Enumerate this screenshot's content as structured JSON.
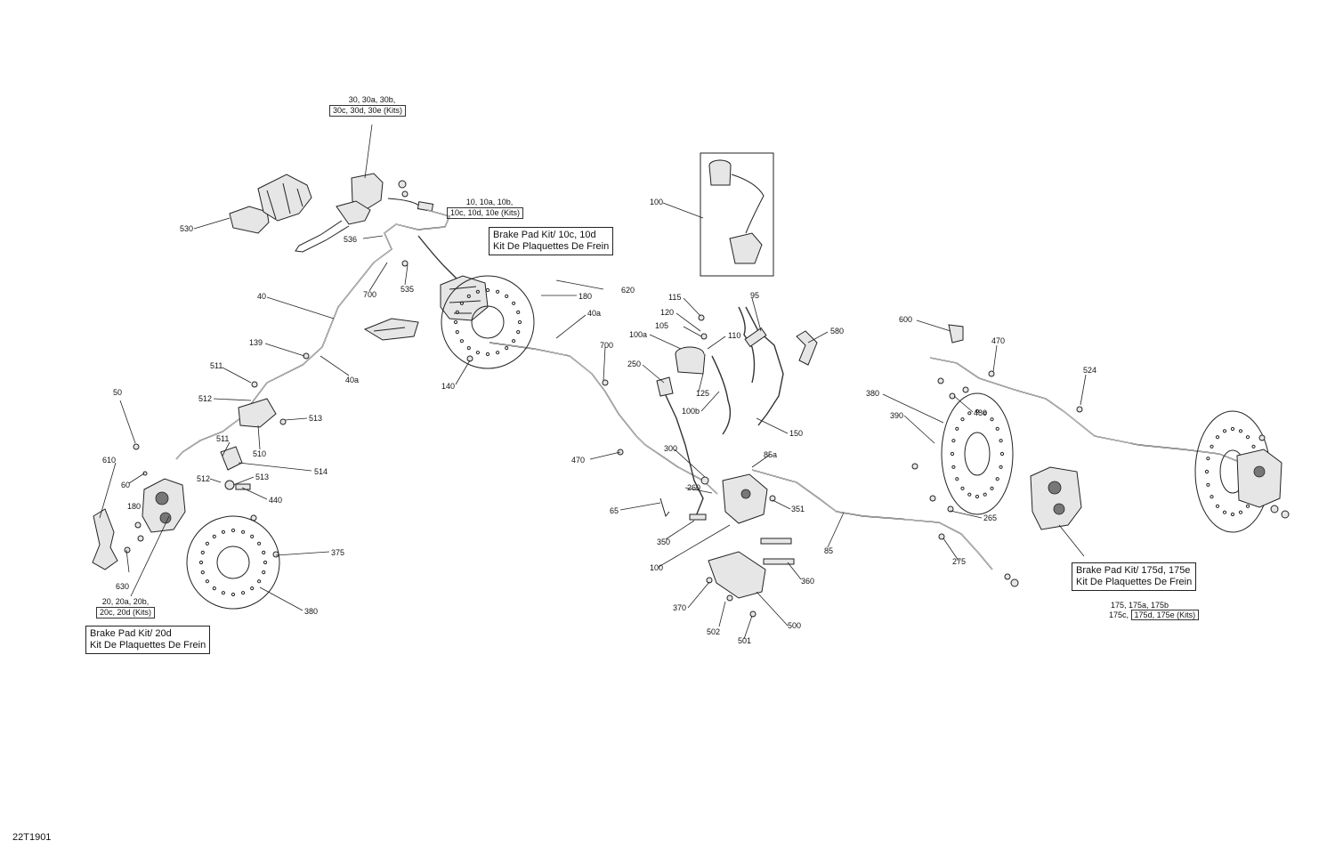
{
  "drawing_ref": "22T1901",
  "kit_labels": {
    "top": [
      "Brake Pad Kit/ 10c, 10d",
      "Kit De Plaquettes De Frein"
    ],
    "left": [
      "Brake Pad Kit/ 20d",
      "Kit De Plaquettes De Frein"
    ],
    "right": [
      "Brake Pad Kit/ 175d, 175e",
      "Kit De Plaquettes De Frein"
    ]
  },
  "multi_labels": {
    "item30": [
      "30, 30a, 30b,",
      "30c, 30d, 30e (Kits)"
    ],
    "item10": [
      "10, 10a, 10b,",
      "10c, 10d, 10e (Kits)"
    ],
    "item20": [
      "20, 20a, 20b,",
      "20c, 20d (Kits)"
    ],
    "item175_line1": "175, 175a, 175b",
    "item175_line2a": "175c,",
    "item175_line2b": "175d, 175e (Kits)"
  },
  "callouts": [
    "530",
    "536",
    "40",
    "700",
    "535",
    "180",
    "620",
    "139",
    "40a",
    "140",
    "40a",
    "700",
    "511",
    "512",
    "513",
    "510",
    "50",
    "511",
    "514",
    "513",
    "512",
    "440",
    "610",
    "60",
    "180",
    "630",
    "375",
    "380",
    "100",
    "115",
    "120",
    "105",
    "100a",
    "110",
    "95",
    "580",
    "600",
    "470",
    "524",
    "250",
    "125",
    "100b",
    "150",
    "380",
    "390",
    "480",
    "470",
    "300",
    "260",
    "85a",
    "65",
    "350",
    "351",
    "100",
    "85",
    "265",
    "275",
    "360",
    "370",
    "500",
    "502",
    "501"
  ]
}
